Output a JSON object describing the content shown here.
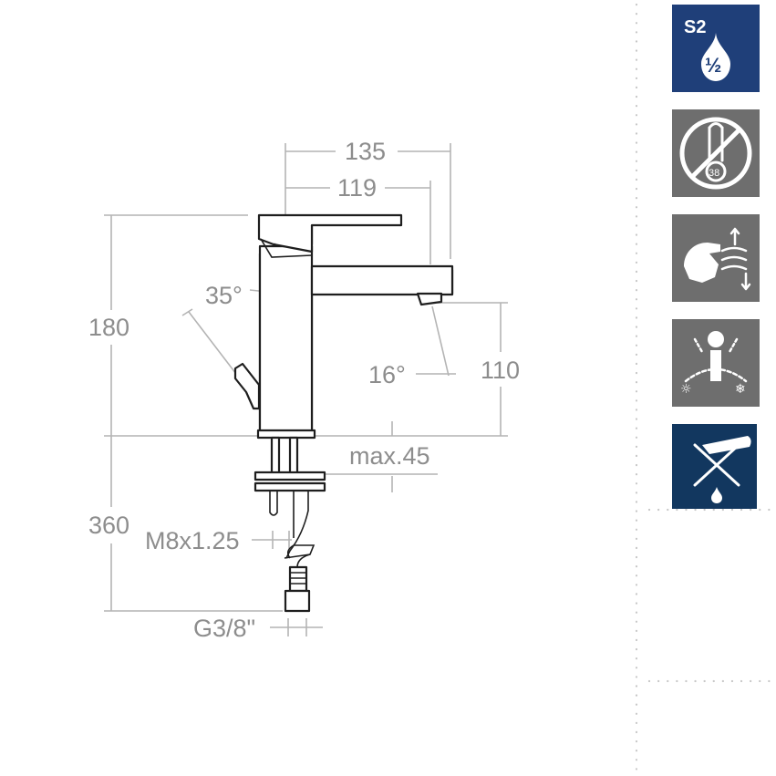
{
  "dimensions": {
    "width_total": "135",
    "width_spout": "119",
    "height_total": "180",
    "lever_angle": "35°",
    "spray_angle": "16°",
    "spout_height": "110",
    "max_thickness": "max.45",
    "below_length": "360",
    "thread": "M8x1.25",
    "connection": "G3/8\""
  },
  "icons": [
    {
      "name": "flow-rate-s2-icon",
      "label": "S2",
      "fraction": "½",
      "bg": "#1f3f79"
    },
    {
      "name": "no-thermostat-icon",
      "label": "38",
      "bg": "#6e6e6e"
    },
    {
      "name": "hand-flow-icon",
      "bg": "#6e6e6e"
    },
    {
      "name": "hot-cold-lever-icon",
      "bg": "#6e6e6e"
    },
    {
      "name": "no-hose-icon",
      "bg": "#12375f"
    }
  ],
  "colors": {
    "dimension": "#8d8d8d",
    "outline": "#1e1e1e",
    "icon_gray": "#6e6e6e",
    "icon_blue": "#1f3f79",
    "icon_darkblue": "#12375f"
  }
}
